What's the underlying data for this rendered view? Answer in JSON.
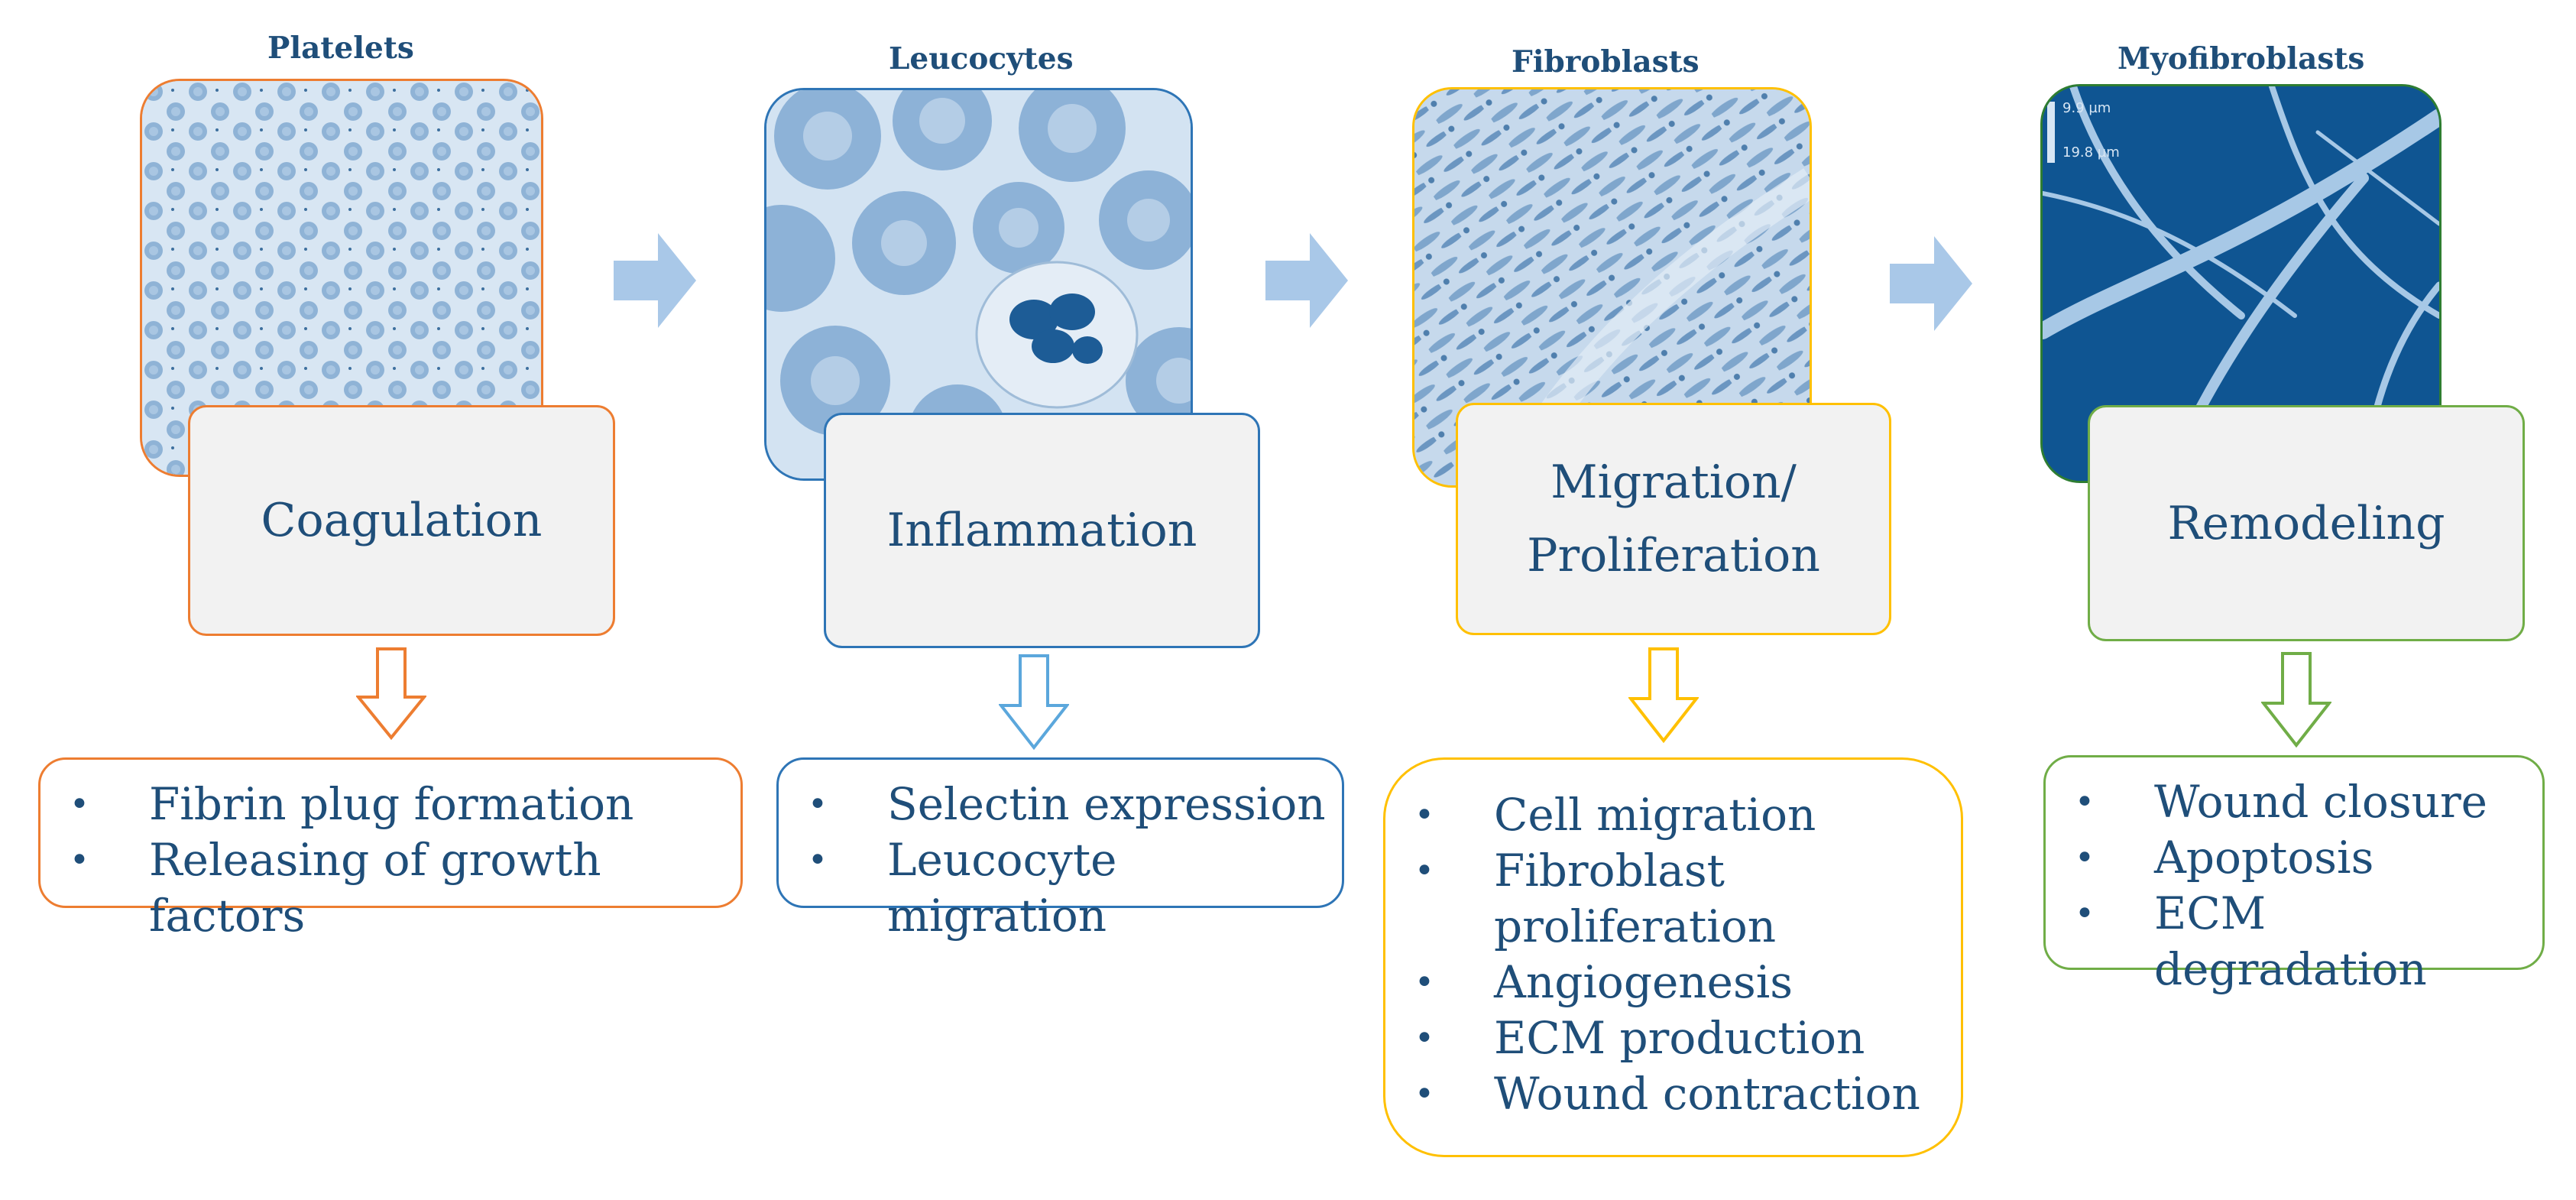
{
  "stages": [
    {
      "cell": "Platelets",
      "stage_lines": [
        "Coagulation"
      ],
      "color": "#ed7d31",
      "bullets": [
        "Fibrin plug formation",
        "Releasing of growth factors"
      ]
    },
    {
      "cell": "Leucocytes",
      "stage_lines": [
        "Inflammation"
      ],
      "color": "#2e75b6",
      "bullets": [
        "Selectin expression",
        "Leucocyte migration"
      ]
    },
    {
      "cell": "Fibroblasts",
      "stage_lines": [
        "Migration/",
        "Proliferation"
      ],
      "color": "#ffc000",
      "bullets": [
        "Cell migration",
        "Fibroblast",
        "proliferation",
        "Angiogenesis",
        "ECM production",
        "Wound contraction"
      ]
    },
    {
      "cell": "Myofibroblasts",
      "stage_lines": [
        "Remodeling"
      ],
      "color": "#70ad47",
      "bullets": [
        "Wound closure",
        "Apoptosis",
        "ECM degradation"
      ]
    }
  ],
  "photo_scale_labels": [
    "9.9 µm",
    "19.8 µm"
  ],
  "colors": {
    "text": "#1f4e79",
    "flow_arrow": "#a9c8e8",
    "stage_fill": "#f2f2f2"
  },
  "icons": [
    "flow-arrow-right-icon",
    "down-outline-arrow-icon",
    "bullet-icon"
  ]
}
